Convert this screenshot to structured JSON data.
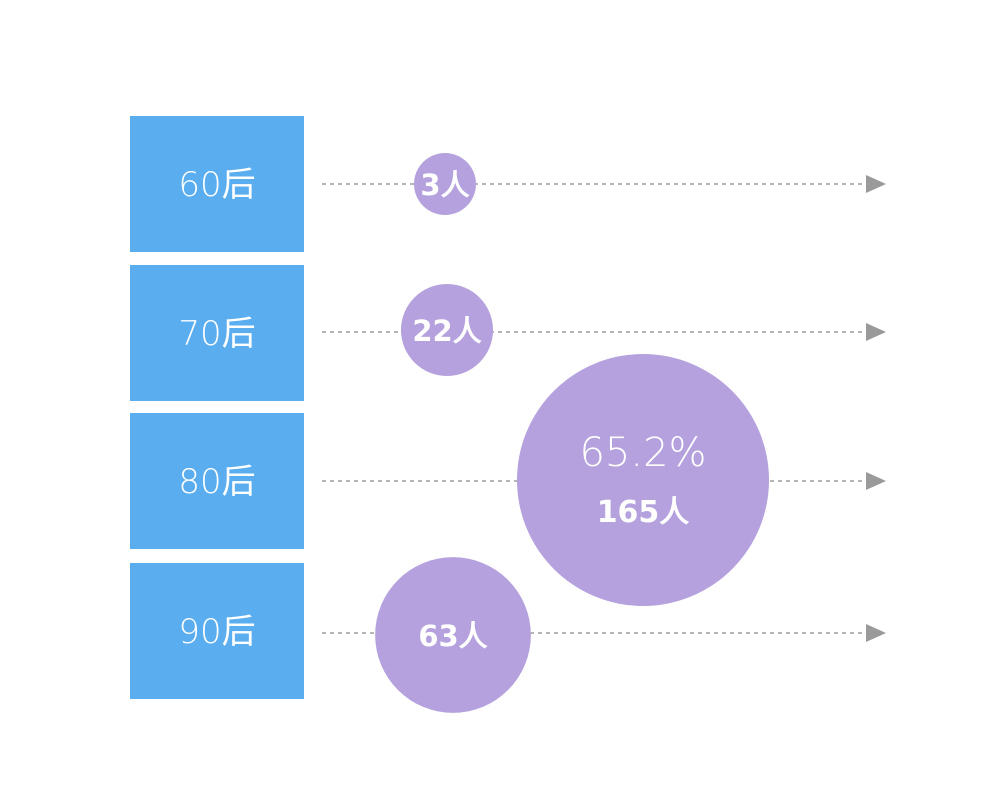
{
  "chart_data": {
    "type": "bubble",
    "title": "",
    "categories": [
      "60后",
      "70后",
      "80后",
      "90后"
    ],
    "counts": [
      3,
      22,
      165,
      63
    ],
    "count_labels": [
      "3人",
      "22人",
      "165人",
      "63人"
    ],
    "highlight": {
      "category": "80后",
      "percent_label": "65.2%",
      "percent": 65.2
    },
    "colors": {
      "category_box": "#5aaeef",
      "bubble": "#b4a1dd",
      "guide_line": "#8a8a8a",
      "arrow": "#9a9a9a"
    }
  }
}
